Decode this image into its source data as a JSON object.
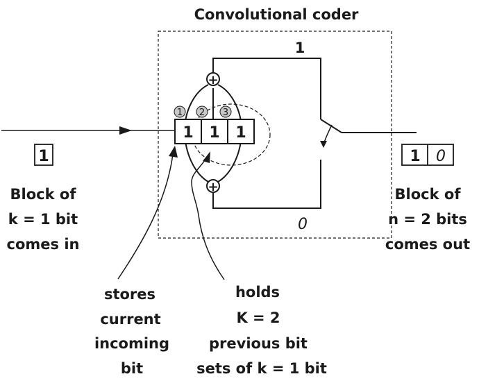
{
  "title": "Convolutional coder",
  "input_block": {
    "bit": "1"
  },
  "input_label": [
    "Block of",
    "k = 1 bit",
    "comes in"
  ],
  "register_cells": [
    "1",
    "1",
    "1"
  ],
  "tap_labels": [
    "1",
    "2",
    "3"
  ],
  "output_top_label": "1",
  "output_bottom_label": "0",
  "output_block": {
    "bits": [
      "1",
      "0"
    ]
  },
  "output_label": [
    "Block of",
    "n = 2 bits",
    "comes out"
  ],
  "annotation_current": [
    "stores",
    "current",
    "incoming",
    "bit"
  ],
  "annotation_previous": [
    "holds",
    "K = 2",
    "previous bit",
    "sets of k = 1 bit"
  ],
  "adder_symbols": [
    "+",
    "+"
  ]
}
